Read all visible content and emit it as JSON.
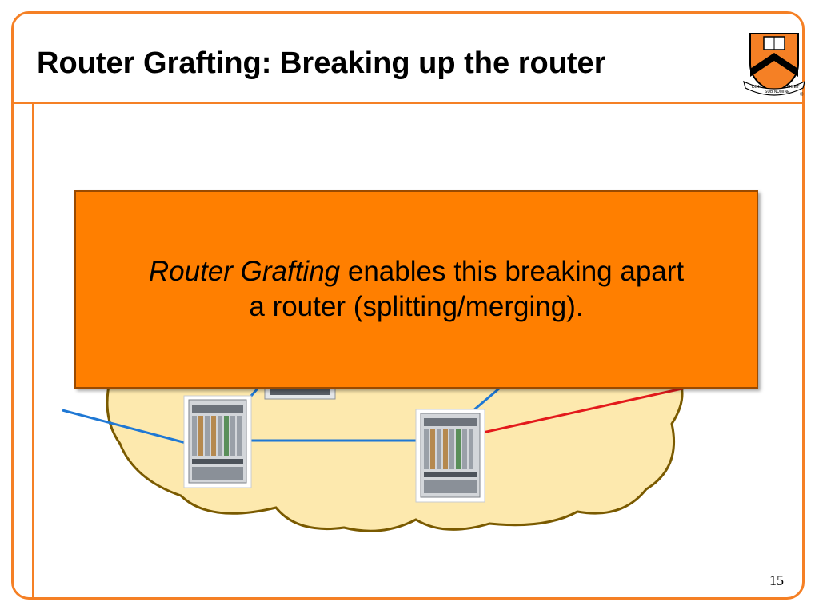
{
  "slide": {
    "title": "Router Grafting: Breaking up the router",
    "page_number": "15"
  },
  "callout": {
    "emphasis": "Router Grafting",
    "rest_line1": " enables this breaking apart",
    "line2": "a router (splitting/merging)."
  },
  "logo": {
    "banner_left": "DEI",
    "banner_middle": "SUB NUMINE",
    "banner_right": "VIGET",
    "registered_mark": "®"
  },
  "colors": {
    "accent_orange": "#f58025",
    "callout_fill": "#ff7f00",
    "cloud_fill": "#fde9ae",
    "cloud_outline": "#7a5a00",
    "link_blue": "#1f78d4",
    "link_red": "#e31a1c"
  }
}
